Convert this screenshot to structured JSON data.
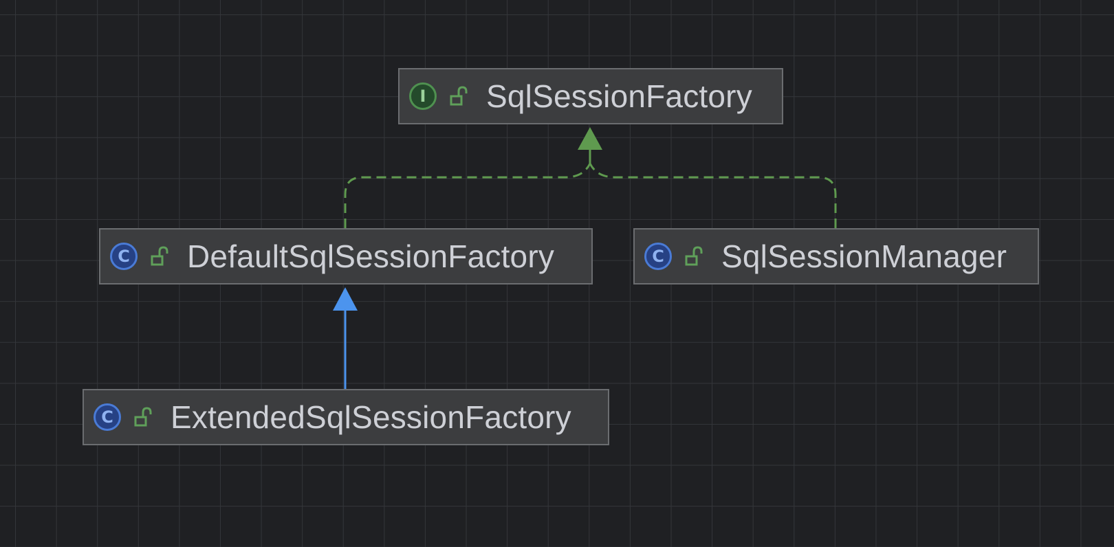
{
  "diagram": {
    "colors": {
      "background": "#1f2023",
      "grid": "#34363a",
      "node_fill": "#3c3d3f",
      "node_border": "#6b6d70",
      "node_text": "#ced0d6",
      "class_badge": "#4a7bd6",
      "interface_badge": "#4f9150",
      "implements_edge": "#5f9a4f",
      "extends_edge": "#4c94ee"
    },
    "nodes": [
      {
        "id": "sql-session-factory",
        "name": "SqlSessionFactory",
        "kind": "interface",
        "badge_letter": "I",
        "visibility_icon": "unlocked-icon"
      },
      {
        "id": "default-sql-session-factory",
        "name": "DefaultSqlSessionFactory",
        "kind": "class",
        "badge_letter": "C",
        "visibility_icon": "unlocked-icon"
      },
      {
        "id": "sql-session-manager",
        "name": "SqlSessionManager",
        "kind": "class",
        "badge_letter": "C",
        "visibility_icon": "unlocked-icon"
      },
      {
        "id": "extended-sql-session-factory",
        "name": "ExtendedSqlSessionFactory",
        "kind": "class",
        "badge_letter": "C",
        "visibility_icon": "unlocked-icon"
      }
    ],
    "edges": [
      {
        "from": "default-sql-session-factory",
        "to": "sql-session-factory",
        "relation": "implements",
        "style": "dashed"
      },
      {
        "from": "sql-session-manager",
        "to": "sql-session-factory",
        "relation": "implements",
        "style": "dashed"
      },
      {
        "from": "extended-sql-session-factory",
        "to": "default-sql-session-factory",
        "relation": "extends",
        "style": "solid"
      }
    ]
  }
}
